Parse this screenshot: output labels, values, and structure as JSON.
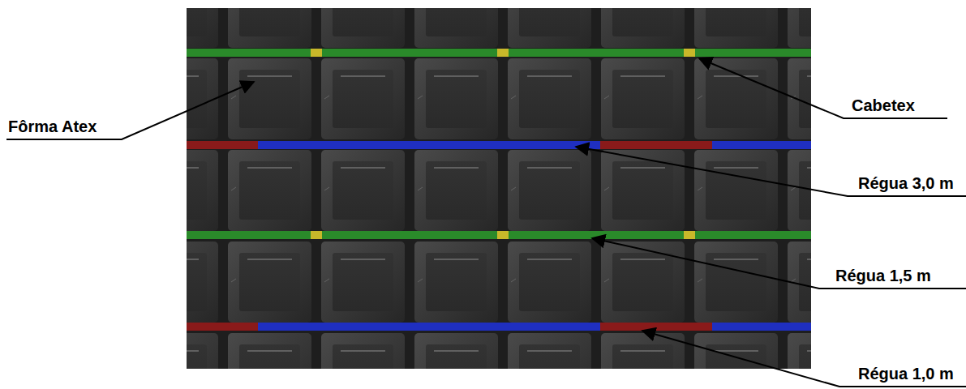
{
  "diagram": {
    "labels": [
      "Fôrma Atex",
      "Cabetex",
      "Régua 3,0 m",
      "Régua 1,5 m",
      "Régua 1,0 m"
    ]
  }
}
